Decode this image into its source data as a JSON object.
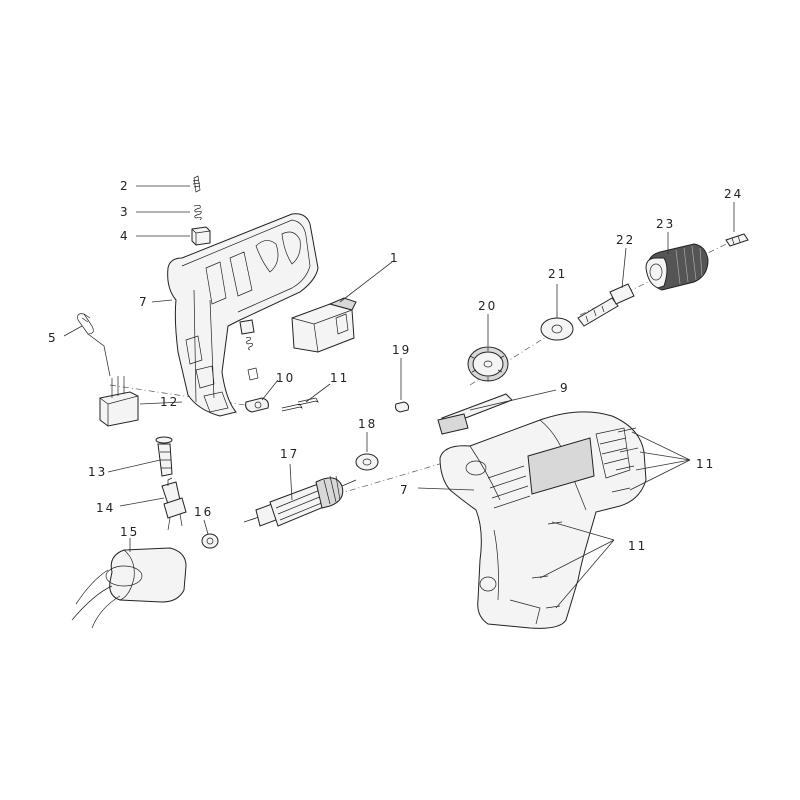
{
  "labels": {
    "p1": "1",
    "p2": "2",
    "p3": "3",
    "p4": "4",
    "p5": "5",
    "p7a": "7",
    "p7b": "7",
    "p9": "9",
    "p10": "10",
    "p11a": "11",
    "p11b": "11",
    "p11c": "11",
    "p12": "12",
    "p13": "13",
    "p14": "14",
    "p15": "15",
    "p16": "16",
    "p17": "17",
    "p18": "18",
    "p19": "19",
    "p20": "20",
    "p21": "21",
    "p22": "22",
    "p23": "23",
    "p24": "24"
  }
}
